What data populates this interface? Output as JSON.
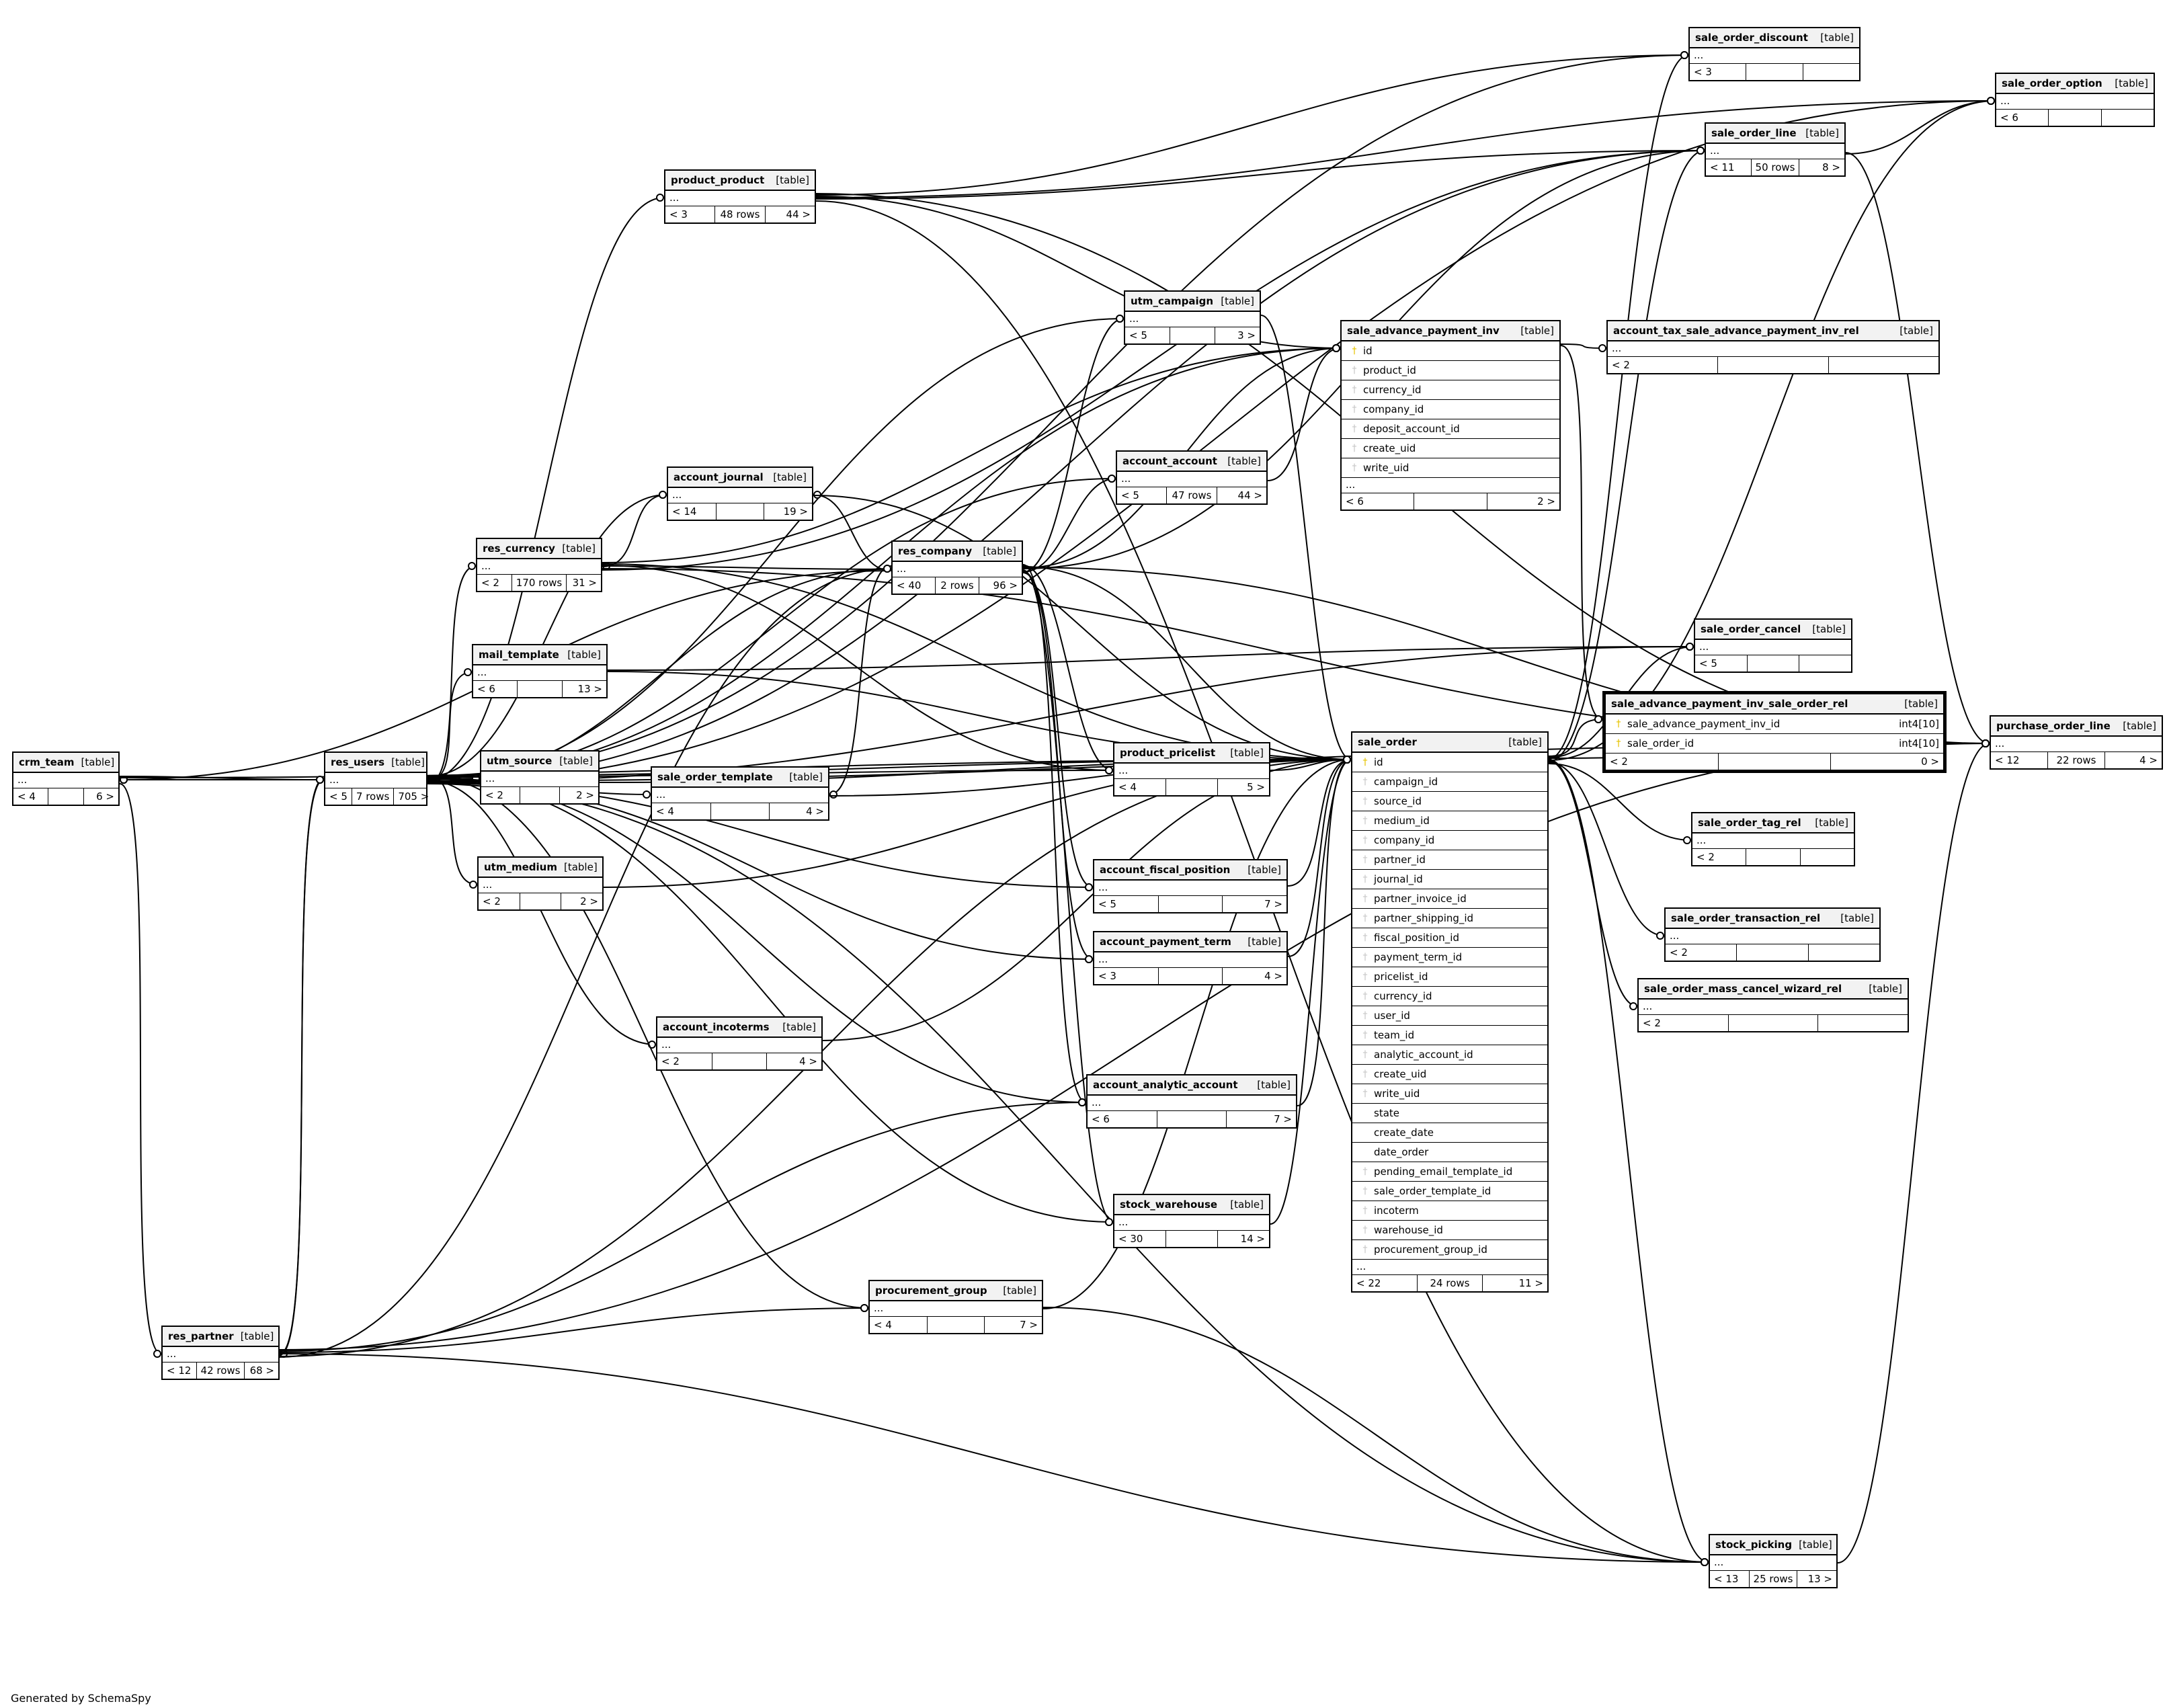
{
  "footer": "Generated by SchemaSpy",
  "tables": [
    {
      "id": "sale_order_discount",
      "name": "sale_order_discount",
      "type": "[table]",
      "cols": [],
      "ellipsis": "...",
      "footer": [
        "< 3",
        "",
        ""
      ]
    },
    {
      "id": "sale_order_option",
      "name": "sale_order_option",
      "type": "[table]",
      "cols": [],
      "ellipsis": "...",
      "footer": [
        "< 6",
        "",
        ""
      ]
    },
    {
      "id": "sale_order_line",
      "name": "sale_order_line",
      "type": "[table]",
      "cols": [],
      "ellipsis": "...",
      "footer": [
        "< 11",
        "50 rows",
        "8 >"
      ]
    },
    {
      "id": "product_product",
      "name": "product_product",
      "type": "[table]",
      "cols": [],
      "ellipsis": "...",
      "footer": [
        "< 3",
        "48 rows",
        "44 >"
      ]
    },
    {
      "id": "utm_campaign",
      "name": "utm_campaign",
      "type": "[table]",
      "cols": [],
      "ellipsis": "...",
      "footer": [
        "< 5",
        "",
        "3 >"
      ]
    },
    {
      "id": "sale_advance_payment_inv",
      "name": "sale_advance_payment_inv",
      "type": "[table]",
      "cols": [
        {
          "key": "pk",
          "name": "id"
        },
        {
          "key": "fk",
          "name": "product_id"
        },
        {
          "key": "fk",
          "name": "currency_id"
        },
        {
          "key": "fk",
          "name": "company_id"
        },
        {
          "key": "fk",
          "name": "deposit_account_id"
        },
        {
          "key": "fk",
          "name": "create_uid"
        },
        {
          "key": "fk",
          "name": "write_uid"
        }
      ],
      "ellipsis": "...",
      "footer": [
        "< 6",
        "",
        "2 >"
      ]
    },
    {
      "id": "account_tax_sale_advance_payment_inv_rel",
      "name": "account_tax_sale_advance_payment_inv_rel",
      "type": "[table]",
      "cols": [],
      "ellipsis": "...",
      "footer": [
        "< 2",
        "",
        ""
      ]
    },
    {
      "id": "account_account",
      "name": "account_account",
      "type": "[table]",
      "cols": [],
      "ellipsis": "...",
      "footer": [
        "< 5",
        "47 rows",
        "44 >"
      ]
    },
    {
      "id": "account_journal",
      "name": "account_journal",
      "type": "[table]",
      "cols": [],
      "ellipsis": "...",
      "footer": [
        "< 14",
        "",
        "19 >"
      ]
    },
    {
      "id": "res_currency",
      "name": "res_currency",
      "type": "[table]",
      "cols": [],
      "ellipsis": "...",
      "footer": [
        "< 2",
        "170 rows",
        "31 >"
      ]
    },
    {
      "id": "res_company",
      "name": "res_company",
      "type": "[table]",
      "cols": [],
      "ellipsis": "...",
      "footer": [
        "< 40",
        "2 rows",
        "96 >"
      ]
    },
    {
      "id": "mail_template",
      "name": "mail_template",
      "type": "[table]",
      "cols": [],
      "ellipsis": "...",
      "footer": [
        "< 6",
        "",
        "13 >"
      ]
    },
    {
      "id": "sale_order_cancel",
      "name": "sale_order_cancel",
      "type": "[table]",
      "cols": [],
      "ellipsis": "...",
      "footer": [
        "< 5",
        "",
        ""
      ]
    },
    {
      "id": "sale_advance_payment_inv_sale_order_rel",
      "name": "sale_advance_payment_inv_sale_order_rel",
      "type": "[table]",
      "focus": true,
      "cols": [
        {
          "key": "pk",
          "name": "sale_advance_payment_inv_id",
          "type": "int4[10]"
        },
        {
          "key": "pk",
          "name": "sale_order_id",
          "type": "int4[10]"
        }
      ],
      "ellipsis": "",
      "footer": [
        "< 2",
        "",
        "0 >"
      ]
    },
    {
      "id": "purchase_order_line",
      "name": "purchase_order_line",
      "type": "[table]",
      "cols": [],
      "ellipsis": "...",
      "footer": [
        "< 12",
        "22 rows",
        "4 >"
      ]
    },
    {
      "id": "crm_team",
      "name": "crm_team",
      "type": "[table]",
      "cols": [],
      "ellipsis": "...",
      "footer": [
        "< 4",
        "",
        "6 >"
      ]
    },
    {
      "id": "res_users",
      "name": "res_users",
      "type": "[table]",
      "cols": [],
      "ellipsis": "...",
      "footer": [
        "< 5",
        "7 rows",
        "705 >"
      ]
    },
    {
      "id": "utm_source",
      "name": "utm_source",
      "type": "[table]",
      "cols": [],
      "ellipsis": "...",
      "footer": [
        "< 2",
        "",
        "2 >"
      ]
    },
    {
      "id": "sale_order_template",
      "name": "sale_order_template",
      "type": "[table]",
      "cols": [],
      "ellipsis": "...",
      "footer": [
        "< 4",
        "",
        "4 >"
      ]
    },
    {
      "id": "product_pricelist",
      "name": "product_pricelist",
      "type": "[table]",
      "cols": [],
      "ellipsis": "...",
      "footer": [
        "< 4",
        "",
        "5 >"
      ]
    },
    {
      "id": "sale_order",
      "name": "sale_order",
      "type": "[table]",
      "cols": [
        {
          "key": "pk",
          "name": "id"
        },
        {
          "key": "fk",
          "name": "campaign_id"
        },
        {
          "key": "fk",
          "name": "source_id"
        },
        {
          "key": "fk",
          "name": "medium_id"
        },
        {
          "key": "fk",
          "name": "company_id"
        },
        {
          "key": "fk",
          "name": "partner_id"
        },
        {
          "key": "fk",
          "name": "journal_id"
        },
        {
          "key": "fk",
          "name": "partner_invoice_id"
        },
        {
          "key": "fk",
          "name": "partner_shipping_id"
        },
        {
          "key": "fk",
          "name": "fiscal_position_id"
        },
        {
          "key": "fk",
          "name": "payment_term_id"
        },
        {
          "key": "fk",
          "name": "pricelist_id"
        },
        {
          "key": "fk",
          "name": "currency_id"
        },
        {
          "key": "fk",
          "name": "user_id"
        },
        {
          "key": "fk",
          "name": "team_id"
        },
        {
          "key": "fk",
          "name": "analytic_account_id"
        },
        {
          "key": "fk",
          "name": "create_uid"
        },
        {
          "key": "fk",
          "name": "write_uid"
        },
        {
          "key": "",
          "name": "state"
        },
        {
          "key": "",
          "name": "create_date"
        },
        {
          "key": "",
          "name": "date_order"
        },
        {
          "key": "fk",
          "name": "pending_email_template_id"
        },
        {
          "key": "fk",
          "name": "sale_order_template_id"
        },
        {
          "key": "fk",
          "name": "incoterm"
        },
        {
          "key": "fk",
          "name": "warehouse_id"
        },
        {
          "key": "fk",
          "name": "procurement_group_id"
        }
      ],
      "ellipsis": "...",
      "footer": [
        "< 22",
        "24 rows",
        "11 >"
      ]
    },
    {
      "id": "sale_order_tag_rel",
      "name": "sale_order_tag_rel",
      "type": "[table]",
      "cols": [],
      "ellipsis": "...",
      "footer": [
        "< 2",
        "",
        ""
      ]
    },
    {
      "id": "utm_medium",
      "name": "utm_medium",
      "type": "[table]",
      "cols": [],
      "ellipsis": "...",
      "footer": [
        "< 2",
        "",
        "2 >"
      ]
    },
    {
      "id": "account_fiscal_position",
      "name": "account_fiscal_position",
      "type": "[table]",
      "cols": [],
      "ellipsis": "...",
      "footer": [
        "< 5",
        "",
        "7 >"
      ]
    },
    {
      "id": "sale_order_transaction_rel",
      "name": "sale_order_transaction_rel",
      "type": "[table]",
      "cols": [],
      "ellipsis": "...",
      "footer": [
        "< 2",
        "",
        ""
      ]
    },
    {
      "id": "account_payment_term",
      "name": "account_payment_term",
      "type": "[table]",
      "cols": [],
      "ellipsis": "...",
      "footer": [
        "< 3",
        "",
        "4 >"
      ]
    },
    {
      "id": "sale_order_mass_cancel_wizard_rel",
      "name": "sale_order_mass_cancel_wizard_rel",
      "type": "[table]",
      "cols": [],
      "ellipsis": "...",
      "footer": [
        "< 2",
        "",
        ""
      ]
    },
    {
      "id": "account_incoterms",
      "name": "account_incoterms",
      "type": "[table]",
      "cols": [],
      "ellipsis": "...",
      "footer": [
        "< 2",
        "",
        "4 >"
      ]
    },
    {
      "id": "account_analytic_account",
      "name": "account_analytic_account",
      "type": "[table]",
      "cols": [],
      "ellipsis": "...",
      "footer": [
        "< 6",
        "",
        "7 >"
      ]
    },
    {
      "id": "stock_warehouse",
      "name": "stock_warehouse",
      "type": "[table]",
      "cols": [],
      "ellipsis": "...",
      "footer": [
        "< 30",
        "",
        "14 >"
      ]
    },
    {
      "id": "procurement_group",
      "name": "procurement_group",
      "type": "[table]",
      "cols": [],
      "ellipsis": "...",
      "footer": [
        "< 4",
        "",
        "7 >"
      ]
    },
    {
      "id": "res_partner",
      "name": "res_partner",
      "type": "[table]",
      "cols": [],
      "ellipsis": "...",
      "footer": [
        "< 12",
        "42 rows",
        "68 >"
      ]
    },
    {
      "id": "stock_picking",
      "name": "stock_picking",
      "type": "[table]",
      "cols": [],
      "ellipsis": "...",
      "footer": [
        "< 13",
        "25 rows",
        "13 >"
      ]
    }
  ],
  "relations": [
    [
      "res_users",
      "sale_order_discount"
    ],
    [
      "res_users",
      "sale_order_option"
    ],
    [
      "res_users",
      "sale_order_line"
    ],
    [
      "res_users",
      "product_product"
    ],
    [
      "res_users",
      "utm_campaign"
    ],
    [
      "res_users",
      "account_account"
    ],
    [
      "res_users",
      "account_journal"
    ],
    [
      "res_users",
      "res_currency"
    ],
    [
      "res_users",
      "res_company"
    ],
    [
      "res_users",
      "mail_template"
    ],
    [
      "res_users",
      "utm_source"
    ],
    [
      "res_users",
      "sale_order_template"
    ],
    [
      "res_users",
      "product_pricelist"
    ],
    [
      "res_users",
      "utm_medium"
    ],
    [
      "res_users",
      "account_fiscal_position"
    ],
    [
      "res_users",
      "account_payment_term"
    ],
    [
      "res_users",
      "account_incoterms"
    ],
    [
      "res_users",
      "account_analytic_account"
    ],
    [
      "res_users",
      "stock_warehouse"
    ],
    [
      "res_users",
      "procurement_group"
    ],
    [
      "res_users",
      "stock_picking"
    ],
    [
      "res_users",
      "sale_order_cancel"
    ],
    [
      "res_users",
      "purchase_order_line"
    ],
    [
      "res_users",
      "crm_team"
    ],
    [
      "res_users",
      "res_partner"
    ],
    [
      "res_users",
      "sale_advance_payment_inv"
    ],
    [
      "res_users",
      "sale_order"
    ],
    [
      "res_company",
      "account_account"
    ],
    [
      "res_company",
      "account_journal"
    ],
    [
      "res_company",
      "res_currency"
    ],
    [
      "res_company",
      "sale_advance_payment_inv"
    ],
    [
      "res_company",
      "sale_order"
    ],
    [
      "res_company",
      "product_pricelist"
    ],
    [
      "res_company",
      "account_fiscal_position"
    ],
    [
      "res_company",
      "account_payment_term"
    ],
    [
      "res_company",
      "stock_warehouse"
    ],
    [
      "res_company",
      "sale_order_line"
    ],
    [
      "res_company",
      "purchase_order_line"
    ],
    [
      "res_company",
      "sale_order_template"
    ],
    [
      "res_company",
      "account_analytic_account"
    ],
    [
      "res_company",
      "utm_campaign"
    ],
    [
      "res_company",
      "crm_team"
    ],
    [
      "res_currency",
      "account_journal"
    ],
    [
      "res_currency",
      "product_pricelist"
    ],
    [
      "res_currency",
      "sale_order"
    ],
    [
      "res_currency",
      "sale_advance_payment_inv"
    ],
    [
      "res_currency",
      "sale_order_line"
    ],
    [
      "res_currency",
      "purchase_order_line"
    ],
    [
      "product_product",
      "sale_order_line"
    ],
    [
      "product_product",
      "sale_order_option"
    ],
    [
      "product_product",
      "sale_advance_payment_inv"
    ],
    [
      "product_product",
      "sale_order_discount"
    ],
    [
      "product_product",
      "purchase_order_line"
    ],
    [
      "product_product",
      "stock_picking"
    ],
    [
      "account_account",
      "sale_advance_payment_inv"
    ],
    [
      "account_journal",
      "sale_order"
    ],
    [
      "mail_template",
      "sale_order"
    ],
    [
      "mail_template",
      "sale_order_cancel"
    ],
    [
      "utm_campaign",
      "sale_order"
    ],
    [
      "utm_source",
      "sale_order"
    ],
    [
      "utm_medium",
      "sale_order"
    ],
    [
      "sale_order_template",
      "sale_order"
    ],
    [
      "product_pricelist",
      "sale_order"
    ],
    [
      "account_fiscal_position",
      "sale_order"
    ],
    [
      "account_payment_term",
      "sale_order"
    ],
    [
      "account_incoterms",
      "sale_order"
    ],
    [
      "account_analytic_account",
      "sale_order"
    ],
    [
      "stock_warehouse",
      "sale_order"
    ],
    [
      "procurement_group",
      "sale_order"
    ],
    [
      "procurement_group",
      "stock_picking"
    ],
    [
      "crm_team",
      "sale_order"
    ],
    [
      "crm_team",
      "res_users"
    ],
    [
      "crm_team",
      "res_partner"
    ],
    [
      "res_partner",
      "sale_order"
    ],
    [
      "res_partner",
      "res_users"
    ],
    [
      "res_partner",
      "stock_picking"
    ],
    [
      "res_partner",
      "procurement_group"
    ],
    [
      "res_partner",
      "account_analytic_account"
    ],
    [
      "res_partner",
      "purchase_order_line"
    ],
    [
      "res_partner",
      "res_company"
    ],
    [
      "sale_order",
      "sale_order_line"
    ],
    [
      "sale_order",
      "sale_order_option"
    ],
    [
      "sale_order",
      "sale_order_discount"
    ],
    [
      "sale_order",
      "sale_order_cancel"
    ],
    [
      "sale_order",
      "sale_advance_payment_inv_sale_order_rel"
    ],
    [
      "sale_order",
      "sale_order_tag_rel"
    ],
    [
      "sale_order",
      "sale_order_transaction_rel"
    ],
    [
      "sale_order",
      "sale_order_mass_cancel_wizard_rel"
    ],
    [
      "sale_order",
      "stock_picking"
    ],
    [
      "sale_order",
      "purchase_order_line"
    ],
    [
      "sale_advance_payment_inv",
      "sale_advance_payment_inv_sale_order_rel"
    ],
    [
      "sale_advance_payment_inv",
      "account_tax_sale_advance_payment_inv_rel"
    ],
    [
      "sale_order_line",
      "sale_order_option"
    ],
    [
      "sale_order_line",
      "purchase_order_line"
    ],
    [
      "stock_picking",
      "purchase_order_line"
    ]
  ]
}
